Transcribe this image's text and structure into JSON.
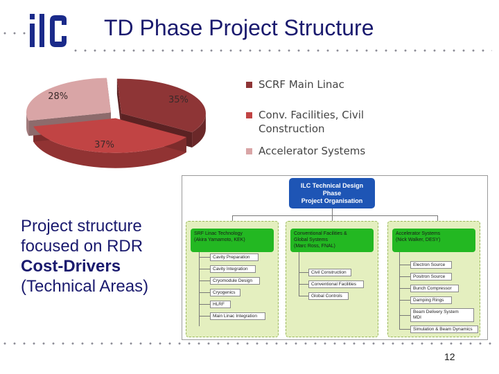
{
  "slide": {
    "title": "TD Phase Project Structure",
    "page_number": "12",
    "body_line1": "Project structure",
    "body_line2": "focused on RDR",
    "body_line3": "Cost-Drivers",
    "body_line4": "(Technical Areas)",
    "logo_text": "ilc"
  },
  "chart_data": {
    "type": "pie",
    "categories": [
      "SCRF Main Linac",
      "Conv. Facilities, Civil Construction",
      "Accelerator Systems"
    ],
    "values": [
      35,
      37,
      28
    ],
    "labels": [
      "35%",
      "37%",
      "28%"
    ],
    "colors": [
      "#8e3536",
      "#c14444",
      "#d9a5a6"
    ],
    "legend_placement": "right"
  },
  "legend": {
    "item1": "SCRF Main Linac",
    "item2_line1": "Conv. Facilities, Civil",
    "item2_line2": "Construction",
    "item3": "Accelerator Systems"
  },
  "org": {
    "top_line1": "ILC Technical Design",
    "top_line2": "Phase",
    "top_line3": "Project Organisation",
    "col1": {
      "head_line1": "SRF Linac Technology",
      "head_line2": "(Akira Yamamoto, KEK)",
      "items": [
        "Cavity Preparation",
        "Cavity Integration",
        "Cryomodule Design",
        "Cryogenics",
        "HLRF",
        "Main Linac Integration"
      ]
    },
    "col2": {
      "head_line1": "Conventional Facilities &",
      "head_line2": "Global Systems",
      "head_line3": "(Marc Ross, FNAL)",
      "items": [
        "Civil Construction",
        "Conventional Facilities",
        "Global Controls"
      ]
    },
    "col3": {
      "head_line1": "Accelerator Systems",
      "head_line2": "(Nick Walker, DESY)",
      "items": [
        "Electron Source",
        "Positron Source",
        "Bunch Compressor",
        "Damping Rings"
      ],
      "item5_line1": "Beam Delivery System",
      "item5_line2": "MDI",
      "item6": "Simulation & Beam Dynamics"
    }
  }
}
